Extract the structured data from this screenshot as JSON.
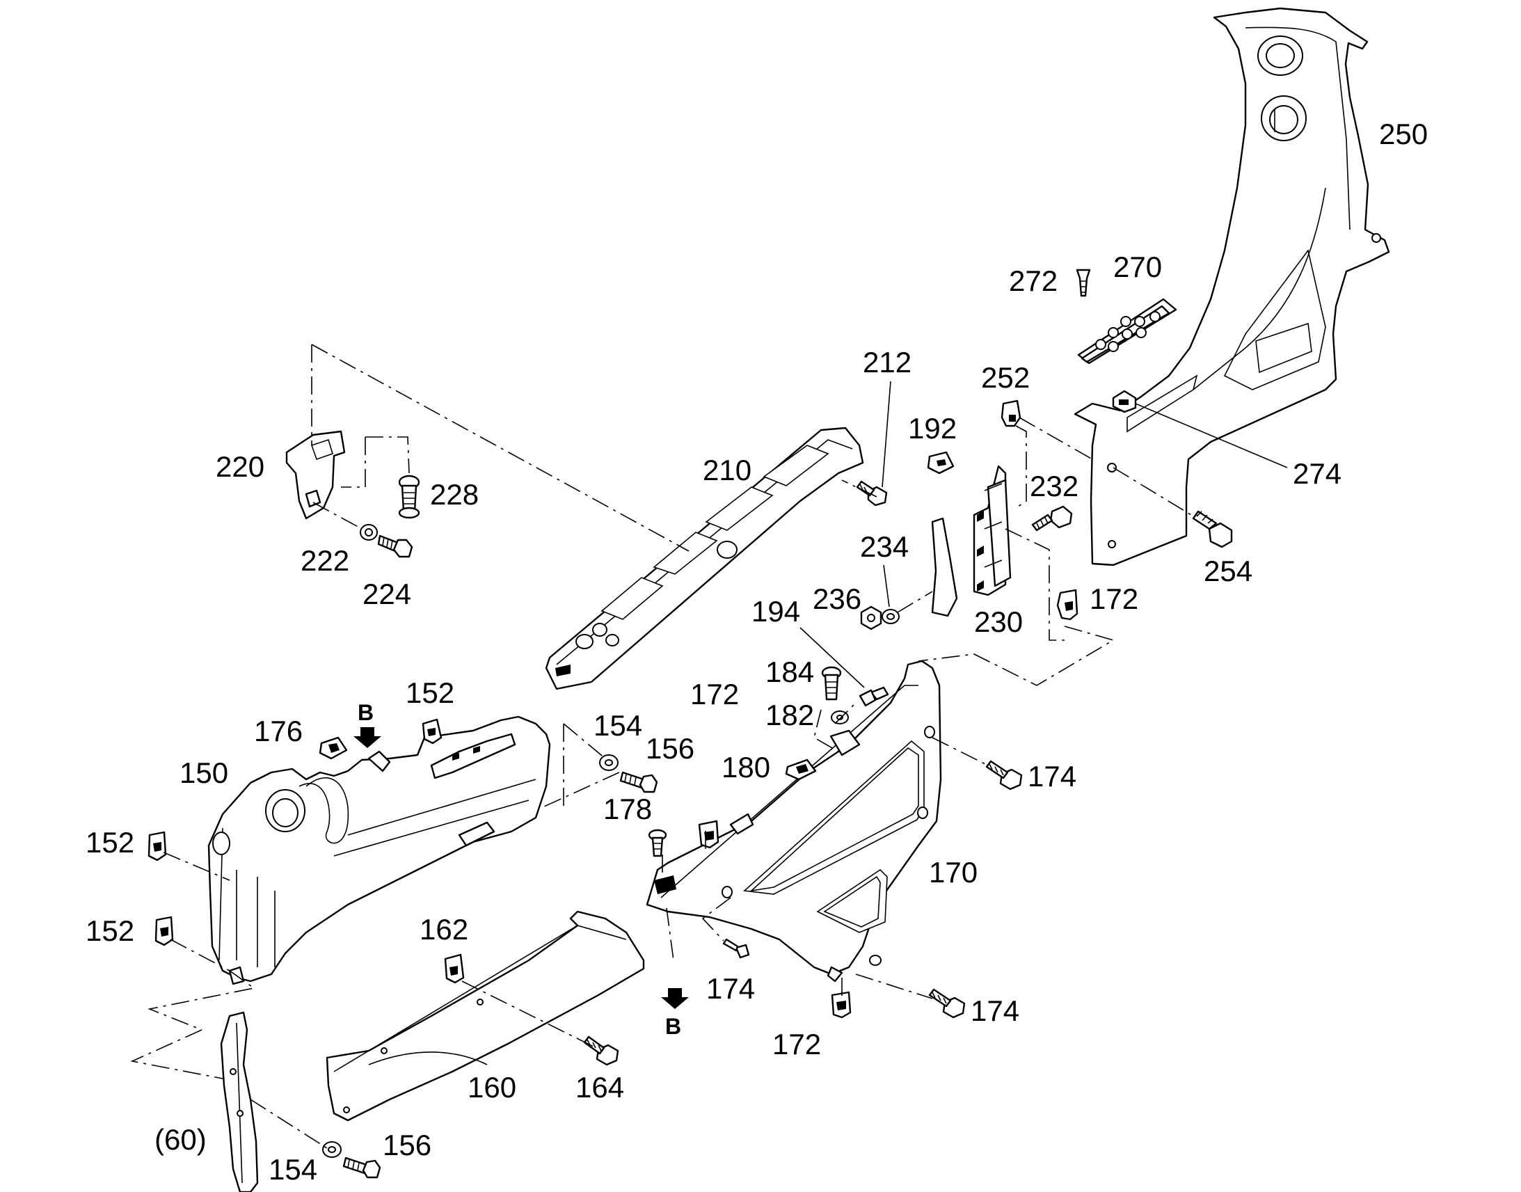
{
  "diagram": {
    "parts": [
      {
        "id": "p150",
        "label": "150"
      },
      {
        "id": "p152a",
        "label": "152"
      },
      {
        "id": "p152b",
        "label": "152"
      },
      {
        "id": "p152c",
        "label": "152"
      },
      {
        "id": "p154a",
        "label": "154"
      },
      {
        "id": "p154b",
        "label": "154"
      },
      {
        "id": "p156a",
        "label": "156"
      },
      {
        "id": "p156b",
        "label": "156"
      },
      {
        "id": "p160",
        "label": "160"
      },
      {
        "id": "p162",
        "label": "162"
      },
      {
        "id": "p164",
        "label": "164"
      },
      {
        "id": "p170",
        "label": "170"
      },
      {
        "id": "p172a",
        "label": "172"
      },
      {
        "id": "p172b",
        "label": "172"
      },
      {
        "id": "p172c",
        "label": "172"
      },
      {
        "id": "p174a",
        "label": "174"
      },
      {
        "id": "p174b",
        "label": "174"
      },
      {
        "id": "p174c",
        "label": "174"
      },
      {
        "id": "p176",
        "label": "176"
      },
      {
        "id": "p178",
        "label": "178"
      },
      {
        "id": "p180",
        "label": "180"
      },
      {
        "id": "p182",
        "label": "182"
      },
      {
        "id": "p184",
        "label": "184"
      },
      {
        "id": "p192",
        "label": "192"
      },
      {
        "id": "p194",
        "label": "194"
      },
      {
        "id": "p210",
        "label": "210"
      },
      {
        "id": "p212",
        "label": "212"
      },
      {
        "id": "p220",
        "label": "220"
      },
      {
        "id": "p222",
        "label": "222"
      },
      {
        "id": "p224",
        "label": "224"
      },
      {
        "id": "p228",
        "label": "228"
      },
      {
        "id": "p230",
        "label": "230"
      },
      {
        "id": "p232",
        "label": "232"
      },
      {
        "id": "p234",
        "label": "234"
      },
      {
        "id": "p236",
        "label": "236"
      },
      {
        "id": "p250",
        "label": "250"
      },
      {
        "id": "p252",
        "label": "252"
      },
      {
        "id": "p254",
        "label": "254"
      },
      {
        "id": "p270",
        "label": "270"
      },
      {
        "id": "p272",
        "label": "272"
      },
      {
        "id": "p274",
        "label": "274"
      },
      {
        "id": "p60",
        "label": "(60)"
      }
    ],
    "view_markers": [
      {
        "id": "view-b-top",
        "letter": "B"
      },
      {
        "id": "view-b-bottom",
        "letter": "B"
      }
    ]
  }
}
